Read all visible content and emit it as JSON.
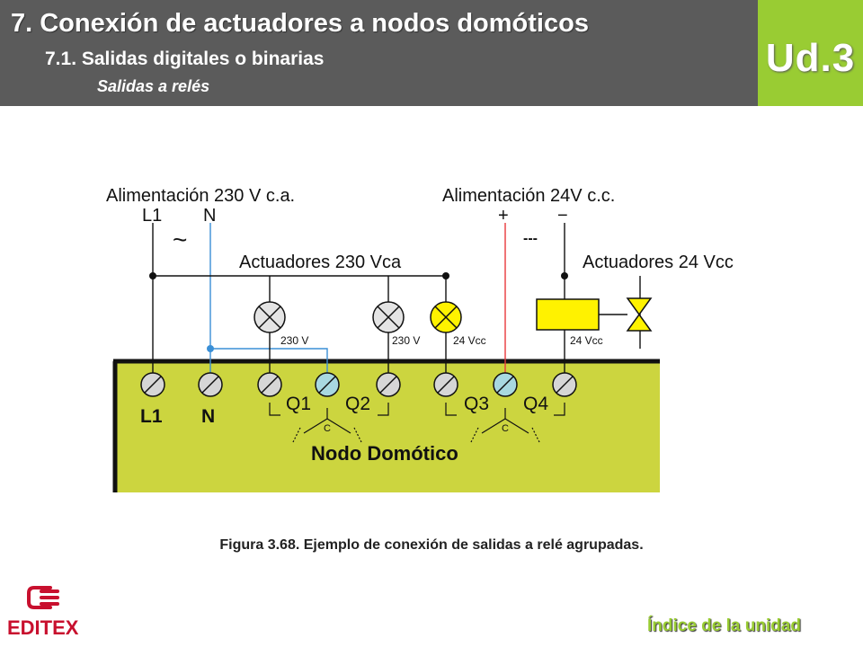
{
  "header": {
    "title": "7. Conexión de actuadores a nodos domóticos",
    "subtitle": "7.1. Salidas digitales o binarias",
    "section": "Salidas a relés",
    "unit": "Ud.3"
  },
  "diagram": {
    "supply_ac": "Alimentación 230 V c.a.",
    "supply_dc": "Alimentación 24V c.c.",
    "ac_terminals": [
      "L1",
      "N"
    ],
    "dc_terminals": [
      "+",
      "−"
    ],
    "ac_symbol": "~",
    "dc_symbol": "---",
    "actuators_ac": "Actuadores 230 Vca",
    "actuators_dc": "Actuadores 24 Vcc",
    "load_labels": [
      "230 V",
      "230 V",
      "24 Vcc",
      "24 Vcc"
    ],
    "node_terminal_labels": [
      "L1",
      "N"
    ],
    "output_labels": [
      "Q1",
      "Q2",
      "Q3",
      "Q4"
    ],
    "common_labels": [
      "C",
      "C"
    ],
    "node_label": "Nodo Domótico",
    "colors": {
      "node": "#ccd53f",
      "lamp_ac": "#e4e4e4",
      "lamp_dc": "#fff200",
      "relay_coil": "#fff200",
      "neutral_wire": "#3a8fd6",
      "positive_wire": "#e8383b"
    }
  },
  "caption": "Figura 3.68. Ejemplo de conexión de salidas a relé agrupadas.",
  "footer": {
    "logo_text": "EDITEX",
    "index_link": "Índice de la unidad",
    "accent": "#99cc33"
  }
}
